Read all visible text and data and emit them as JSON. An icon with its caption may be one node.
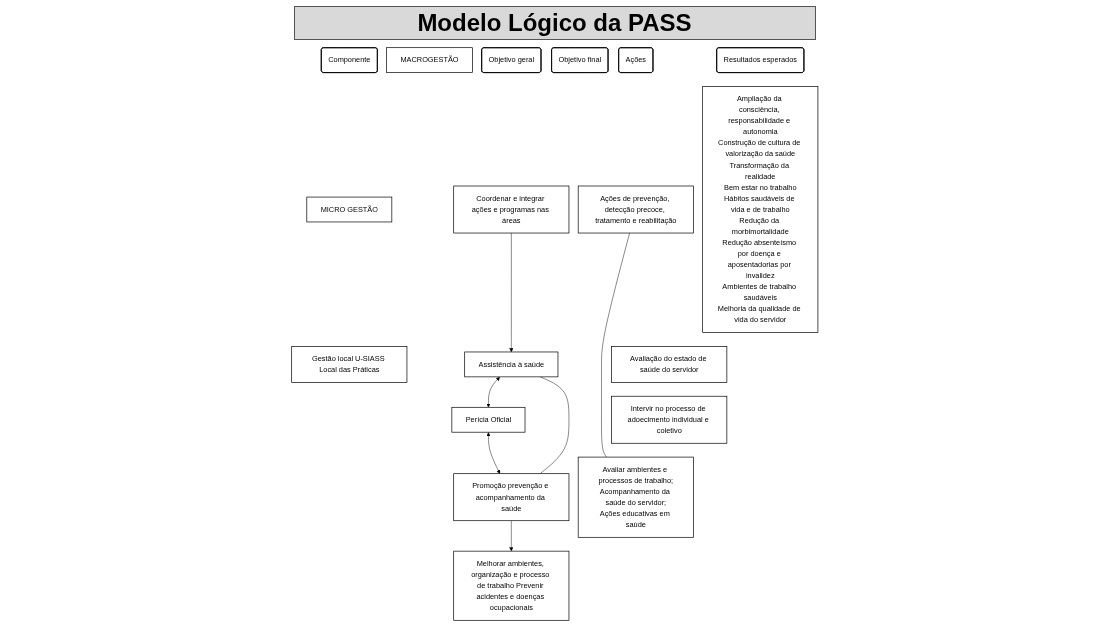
{
  "diagram": {
    "title": "Modelo Lógico da PASS",
    "nodes": [
      {
        "text": [
          "Componente"
        ]
      },
      {
        "text": [
          "MACROGESTÃO"
        ]
      },
      {
        "text": [
          "MICRO GESTÃO"
        ]
      },
      {
        "text": [
          "Gestão local U-SIASS Local das Práticas"
        ]
      },
      {
        "text": [
          "Objetivo geral"
        ]
      },
      {
        "text": [
          "Objetivo final"
        ]
      },
      {
        "text": [
          "Ações"
        ]
      },
      {
        "text": [
          "Resultados esperados"
        ]
      },
      {
        "text": [
          "Coordenar e integrar ações e programas nas áreas"
        ]
      },
      {
        "text": [
          "Assistência à saúde"
        ]
      },
      {
        "text": [
          "Perícia Oficial"
        ]
      },
      {
        "text": [
          "Promoção prevenção e acompanhamento da saúde"
        ]
      },
      {
        "text": [
          "Melhorar ambientes, organização e processo de trabalho Prevenir acidentes e doenças ocupacionais"
        ]
      },
      {
        "text": [
          "Ações de prevenção, detecção precoce, tratamento e reabilitação"
        ]
      },
      {
        "text": [
          "Avaliação do estado de saúde do servidor"
        ]
      },
      {
        "text": [
          "Intervir no processo de adoecimento individual e coletivo"
        ]
      },
      {
        "text": [
          "Avaliar ambientes e processos de trabalho;",
          "Acompanhamento da saúde do servidor;",
          "Ações educativas em saúde"
        ]
      },
      {
        "text": [
          "Ampliação da consciência, responsabilidade e autonomia",
          "Construção de cultura de valorização da saúde",
          "Transformação da realidade",
          "Bem estar no trabalho",
          "Hábitos saudáveis de vida e de trabalho",
          "Redução da morbimortalidade",
          "Redução absenteísmo por doença e aposentadorias por invalidez",
          "Ambientes de trabalho saudáveis",
          "Melhoria da qualidade de vida do servidor"
        ]
      }
    ],
    "edges": [
      {
        "from": 8,
        "to": 9,
        "arrow": "to"
      },
      {
        "from": 9,
        "to": 10,
        "arrow": "both"
      },
      {
        "from": 10,
        "to": 11,
        "arrow": "both"
      },
      {
        "from": 9,
        "to": 11,
        "arrow": "none"
      },
      {
        "from": 11,
        "to": 12,
        "arrow": "to"
      },
      {
        "from": 13,
        "to": 16,
        "arrow": "none"
      }
    ]
  }
}
